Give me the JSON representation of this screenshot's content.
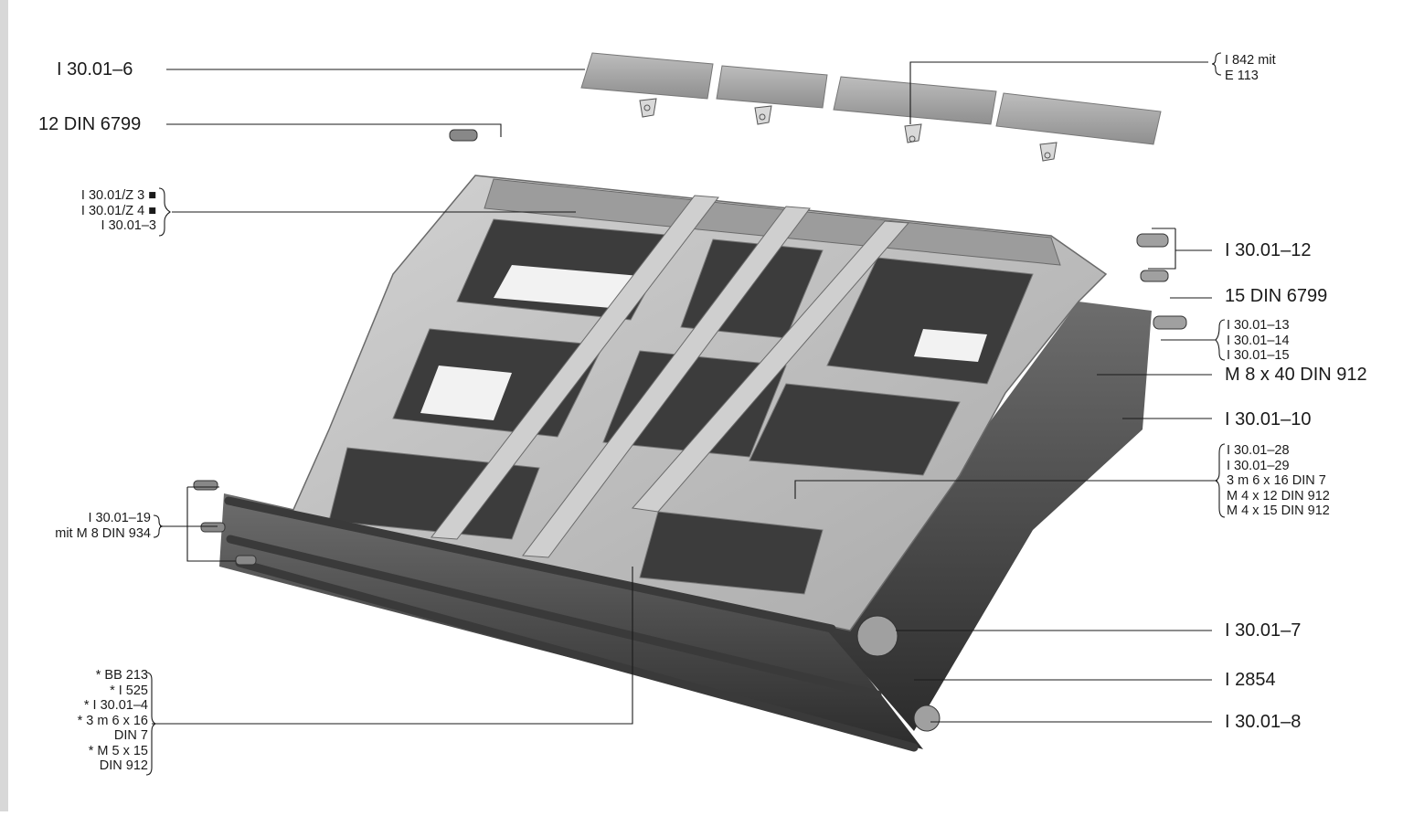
{
  "labels": {
    "left": {
      "cover_strip": "I 30.01–6",
      "pin_top_left": "12 DIN 6799",
      "frame_group": [
        "I 30.01/Z 3 ■",
        "I 30.01/Z 4 ■",
        "I 30.01–3"
      ],
      "shaft_group": [
        "I 30.01–19",
        "mit M 8 DIN 934"
      ],
      "bottom_group": [
        "* BB 213",
        "* I 525",
        "* I 30.01–4",
        "* 3 m 6 x 16",
        "DIN 7",
        "* M 5 x 15",
        "DIN 912"
      ]
    },
    "right": {
      "top_group": [
        "I 842 mit",
        "E 113"
      ],
      "shaft_12": "I 30.01–12",
      "pin_15": "15  DIN 6799",
      "pins_group": [
        "I 30.01–13",
        "I 30.01–14",
        "I 30.01–15"
      ],
      "screw_m8": "M  8 x 40 DIN 912",
      "rail_10": "I 30.01–10",
      "parts_group": [
        "I 30.01–28",
        "I 30.01–29",
        "3  m  6 x 16  DIN 7",
        "M  4 x 12  DIN 912",
        "M  4 x 15  DIN 912"
      ],
      "bracket_7": "I 30.01–7",
      "part_2854": "I 2854",
      "knob_8": "I 30.01–8"
    }
  },
  "colors": {
    "ink": "#1a1a1a",
    "metal_light": "#c4c4c4",
    "metal_mid": "#9a9a9a",
    "metal_dark": "#3a3a3a",
    "strip": "#a8a8a8"
  }
}
